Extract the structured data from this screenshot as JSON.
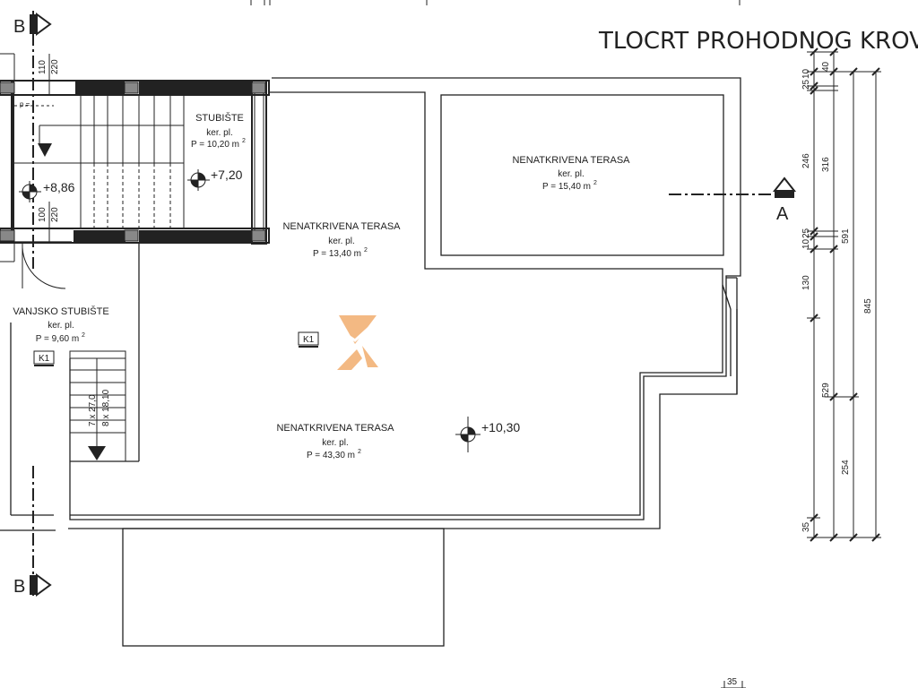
{
  "plan": {
    "title": "TLOCRT PROHODNOG KROVA",
    "rooms": [
      {
        "name": "STUBIŠTE",
        "floor": "ker. pl.",
        "area": "P = 10,20 m",
        "sup": "2"
      },
      {
        "name": "NENATKRIVENA TERASA",
        "floor": "ker. pl.",
        "area": "P = 15,40 m",
        "sup": "2"
      },
      {
        "name": "NENATKRIVENA TERASA",
        "floor": "ker. pl.",
        "area": "P = 13,40 m",
        "sup": "2"
      },
      {
        "name": "VANJSKO STUBIŠTE",
        "floor": "ker. pl.",
        "area": "P = 9,60 m",
        "sup": "2"
      },
      {
        "name": "NENATKRIVENA TERASA",
        "floor": "ker. pl.",
        "area": "P = 43,30 m",
        "sup": "2"
      }
    ],
    "elevations": [
      "+8,86",
      "+7,20",
      "+10,30"
    ],
    "tags": [
      "K1",
      "K1"
    ],
    "section_marks": [
      "B",
      "B",
      "A"
    ],
    "stair_labels": [
      "7 x 27,0",
      "8 x 18,10"
    ],
    "stair_small": [
      "110",
      "220",
      "100",
      "220"
    ],
    "stair_p": "p =",
    "dims_col1": [
      "40",
      "25",
      "10",
      "246",
      "10",
      "25",
      "130",
      "35"
    ],
    "dims_col2": [
      "316",
      "529"
    ],
    "dims_col3": [
      "591",
      "254"
    ],
    "dims_col4": [
      "845"
    ],
    "dim_bottom": "35"
  }
}
